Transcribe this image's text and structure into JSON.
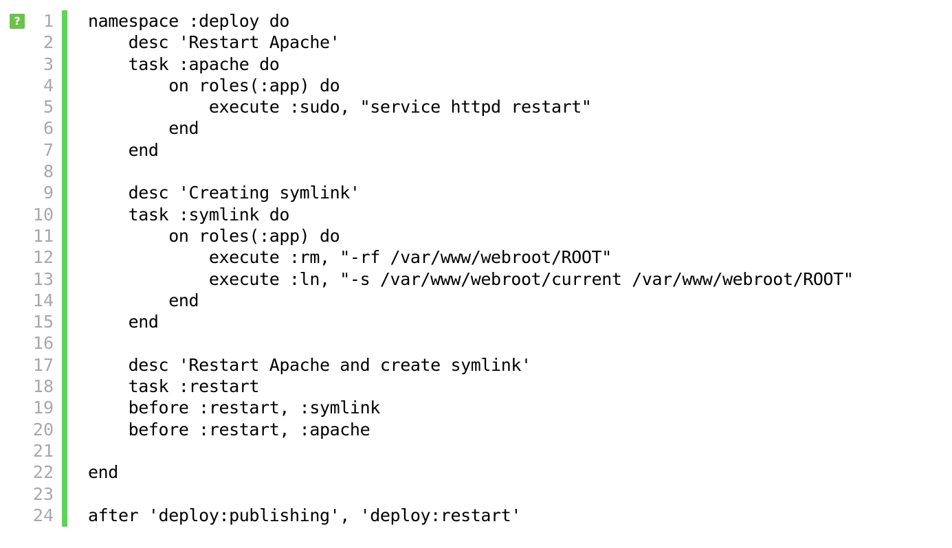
{
  "editor": {
    "gutter_marker": "?",
    "colors": {
      "change_bar": "#5fd35a",
      "line_number": "#a8a8a8",
      "marker_bg": "#6cc24a"
    },
    "lines": [
      {
        "num": "1",
        "code": "namespace :deploy do"
      },
      {
        "num": "2",
        "code": "    desc 'Restart Apache'"
      },
      {
        "num": "3",
        "code": "    task :apache do"
      },
      {
        "num": "4",
        "code": "        on roles(:app) do"
      },
      {
        "num": "5",
        "code": "            execute :sudo, \"service httpd restart\""
      },
      {
        "num": "6",
        "code": "        end"
      },
      {
        "num": "7",
        "code": "    end"
      },
      {
        "num": "8",
        "code": ""
      },
      {
        "num": "9",
        "code": "    desc 'Creating symlink'"
      },
      {
        "num": "10",
        "code": "    task :symlink do"
      },
      {
        "num": "11",
        "code": "        on roles(:app) do"
      },
      {
        "num": "12",
        "code": "            execute :rm, \"-rf /var/www/webroot/ROOT\""
      },
      {
        "num": "13",
        "code": "            execute :ln, \"-s /var/www/webroot/current /var/www/webroot/ROOT\""
      },
      {
        "num": "14",
        "code": "        end"
      },
      {
        "num": "15",
        "code": "    end"
      },
      {
        "num": "16",
        "code": ""
      },
      {
        "num": "17",
        "code": "    desc 'Restart Apache and create symlink'"
      },
      {
        "num": "18",
        "code": "    task :restart"
      },
      {
        "num": "19",
        "code": "    before :restart, :symlink"
      },
      {
        "num": "20",
        "code": "    before :restart, :apache"
      },
      {
        "num": "21",
        "code": ""
      },
      {
        "num": "22",
        "code": "end"
      },
      {
        "num": "23",
        "code": ""
      },
      {
        "num": "24",
        "code": "after 'deploy:publishing', 'deploy:restart'"
      }
    ]
  }
}
